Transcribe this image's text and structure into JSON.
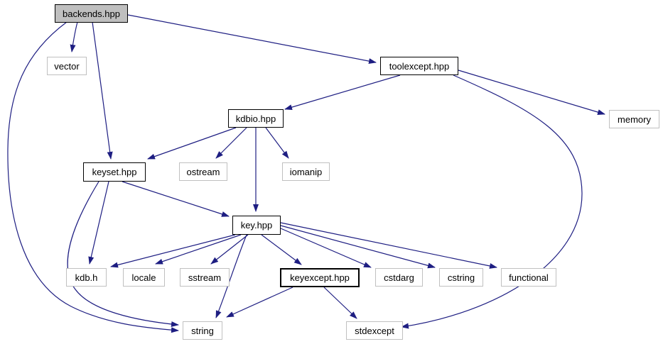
{
  "diagram": {
    "type": "doxygen-include-dependency-graph",
    "background": "#ffffff",
    "edge_color": "#1e1e82",
    "current_node_fill": "#bfbfbf"
  },
  "nodes": {
    "backends": "backends.hpp",
    "vector": "vector",
    "toolexcept": "toolexcept.hpp",
    "memory": "memory",
    "kdbio": "kdbio.hpp",
    "keyset": "keyset.hpp",
    "ostream": "ostream",
    "iomanip": "iomanip",
    "key": "key.hpp",
    "kdbh": "kdb.h",
    "locale": "locale",
    "sstream": "sstream",
    "keyexcept": "keyexcept.hpp",
    "cstdarg": "cstdarg",
    "cstring": "cstring",
    "functional": "functional",
    "string": "string",
    "stdexcept": "stdexcept"
  },
  "edges": [
    {
      "from": "backends.hpp",
      "to": "vector"
    },
    {
      "from": "backends.hpp",
      "to": "toolexcept.hpp"
    },
    {
      "from": "backends.hpp",
      "to": "keyset.hpp"
    },
    {
      "from": "backends.hpp",
      "to": "string"
    },
    {
      "from": "toolexcept.hpp",
      "to": "kdbio.hpp"
    },
    {
      "from": "toolexcept.hpp",
      "to": "memory"
    },
    {
      "from": "toolexcept.hpp",
      "to": "stdexcept"
    },
    {
      "from": "kdbio.hpp",
      "to": "keyset.hpp"
    },
    {
      "from": "kdbio.hpp",
      "to": "ostream"
    },
    {
      "from": "kdbio.hpp",
      "to": "iomanip"
    },
    {
      "from": "kdbio.hpp",
      "to": "key.hpp"
    },
    {
      "from": "keyset.hpp",
      "to": "kdb.h"
    },
    {
      "from": "keyset.hpp",
      "to": "key.hpp"
    },
    {
      "from": "keyset.hpp",
      "to": "string"
    },
    {
      "from": "key.hpp",
      "to": "kdb.h"
    },
    {
      "from": "key.hpp",
      "to": "locale"
    },
    {
      "from": "key.hpp",
      "to": "sstream"
    },
    {
      "from": "key.hpp",
      "to": "string"
    },
    {
      "from": "key.hpp",
      "to": "keyexcept.hpp"
    },
    {
      "from": "key.hpp",
      "to": "cstdarg"
    },
    {
      "from": "key.hpp",
      "to": "cstring"
    },
    {
      "from": "key.hpp",
      "to": "functional"
    },
    {
      "from": "keyexcept.hpp",
      "to": "string"
    },
    {
      "from": "keyexcept.hpp",
      "to": "stdexcept"
    }
  ]
}
